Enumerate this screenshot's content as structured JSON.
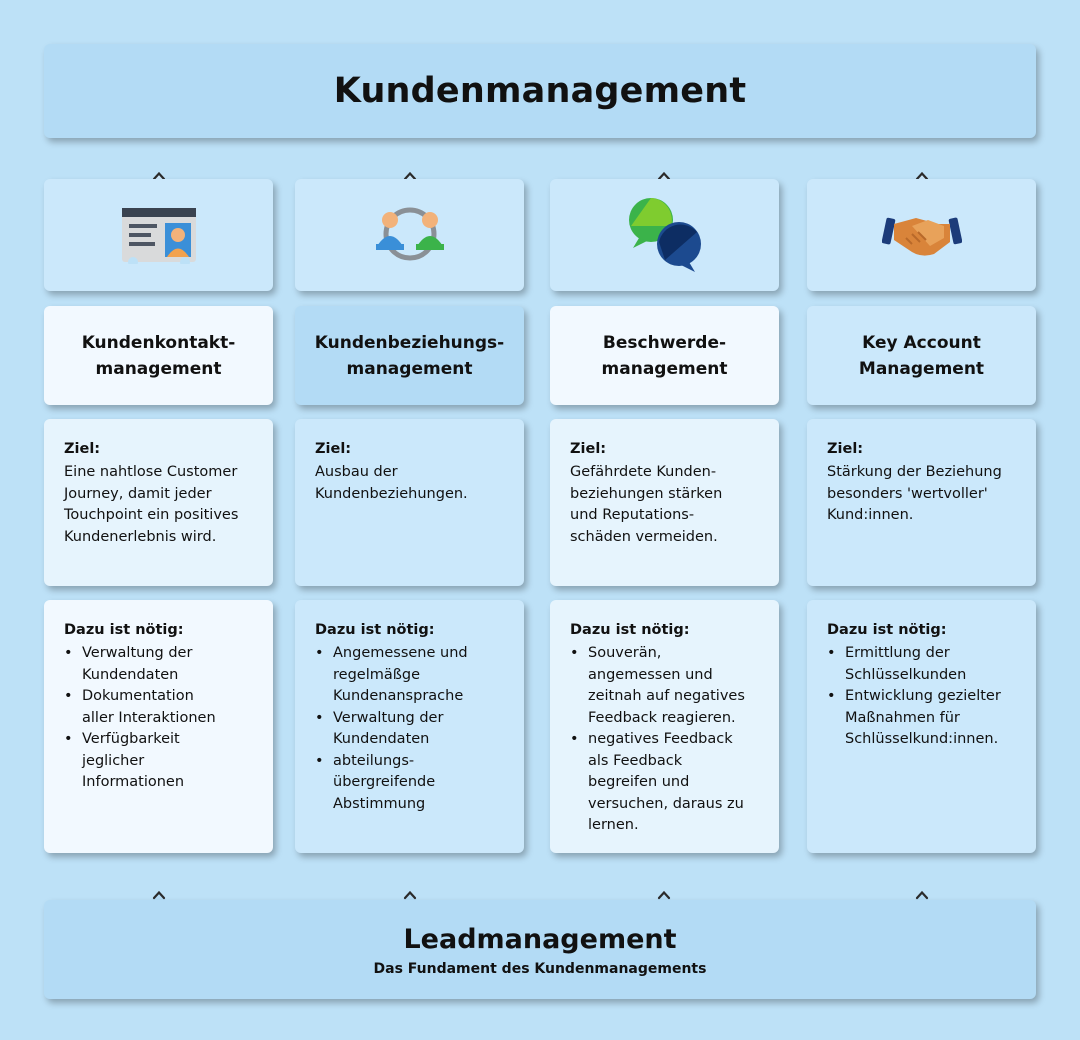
{
  "header": {
    "title": "Kundenmanagement"
  },
  "columns": [
    {
      "icon": "contact-card-icon",
      "title": "Kundenkontakt-\nmanagement",
      "goal_label": "Ziel:",
      "goal_text": "Eine nahtlose Customer\nJourney, damit jeder\nTouchpoint ein positives\nKundenerlebnis wird.",
      "needs_label": "Dazu ist nötig:",
      "needs": [
        "Verwaltung der\nKundendaten",
        "Dokumentation\naller Interaktionen",
        "Verfügbarkeit\njeglicher\nInformationen"
      ]
    },
    {
      "icon": "customer-relationship-icon",
      "title": "Kundenbeziehungs-\nmanagement",
      "goal_label": "Ziel:",
      "goal_text": "Ausbau der\nKundenbeziehungen.",
      "needs_label": "Dazu ist nötig:",
      "needs": [
        "Angemessene und\nregelmäßge\nKundenansprache",
        "Verwaltung der\nKundendaten",
        "abteilungs-\nübergreifende\nAbstimmung"
      ]
    },
    {
      "icon": "speech-bubbles-icon",
      "title": "Beschwerde-\nmanagement",
      "goal_label": "Ziel:",
      "goal_text": "Gefährdete Kunden-\nbeziehungen stärken\nund Reputations-\nschäden vermeiden.",
      "needs_label": "Dazu ist nötig:",
      "needs": [
        "Souverän,\nangemessen und\nzeitnah auf negatives\nFeedback reagieren.",
        "negatives Feedback\nals Feedback\nbegreifen und\nversuchen, daraus zu\nlernen."
      ]
    },
    {
      "icon": "handshake-icon",
      "title": "Key Account\nManagement",
      "goal_label": "Ziel:",
      "goal_text": "Stärkung der Beziehung\nbesonders 'wertvoller'\nKund:innen.",
      "needs_label": "Dazu ist nötig:",
      "needs": [
        "Ermittlung der\nSchlüsselkunden",
        "Entwicklung gezielter\nMaßnahmen für\nSchlüsselkund:innen."
      ]
    }
  ],
  "foundation": {
    "title": "Leadmanagement",
    "subtitle": "Das Fundament des Kundenmanagements"
  }
}
